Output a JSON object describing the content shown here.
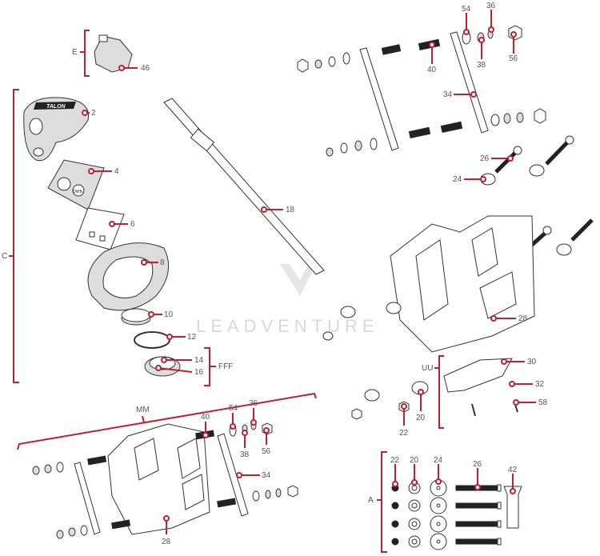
{
  "diagram": {
    "watermark": "LEADVENTURE",
    "accent_color": "#c0202f",
    "logo_text": "TALON",
    "remote_button_text": "OWN",
    "groups": {
      "E": "E",
      "C": "C",
      "FFF": "FFF",
      "MM": "MM",
      "UU": "UU",
      "A": "A"
    },
    "callouts": {
      "remote_top": "46",
      "remote_shell": "2",
      "keypad": "4",
      "circuit_board": "6",
      "back_case": "8",
      "battery": "10",
      "o_ring": "12",
      "cover_a": "14",
      "cover_b": "16",
      "strap": "18",
      "tr_washer": "54",
      "tr_lockwasher": "36",
      "tr_washer2": "38",
      "tr_nut": "56",
      "tr_bolt": "40",
      "tr_bar": "34",
      "tr_long_bolt": "26",
      "tr_flat_washer": "24",
      "mount_right": "28",
      "plate": "30",
      "plate_nut": "32",
      "plate_screw": "58",
      "uu_washer": "20",
      "uu_nut": "22",
      "bl_bolt": "40",
      "bl_washer": "54",
      "bl_lockwasher": "36",
      "bl_washer2": "38",
      "bl_nut": "56",
      "bl_bar": "34",
      "mount_left": "28",
      "a_nut": "22",
      "a_washer": "20",
      "a_flat_washer": "24",
      "a_bolt": "26",
      "a_clip": "42"
    }
  }
}
